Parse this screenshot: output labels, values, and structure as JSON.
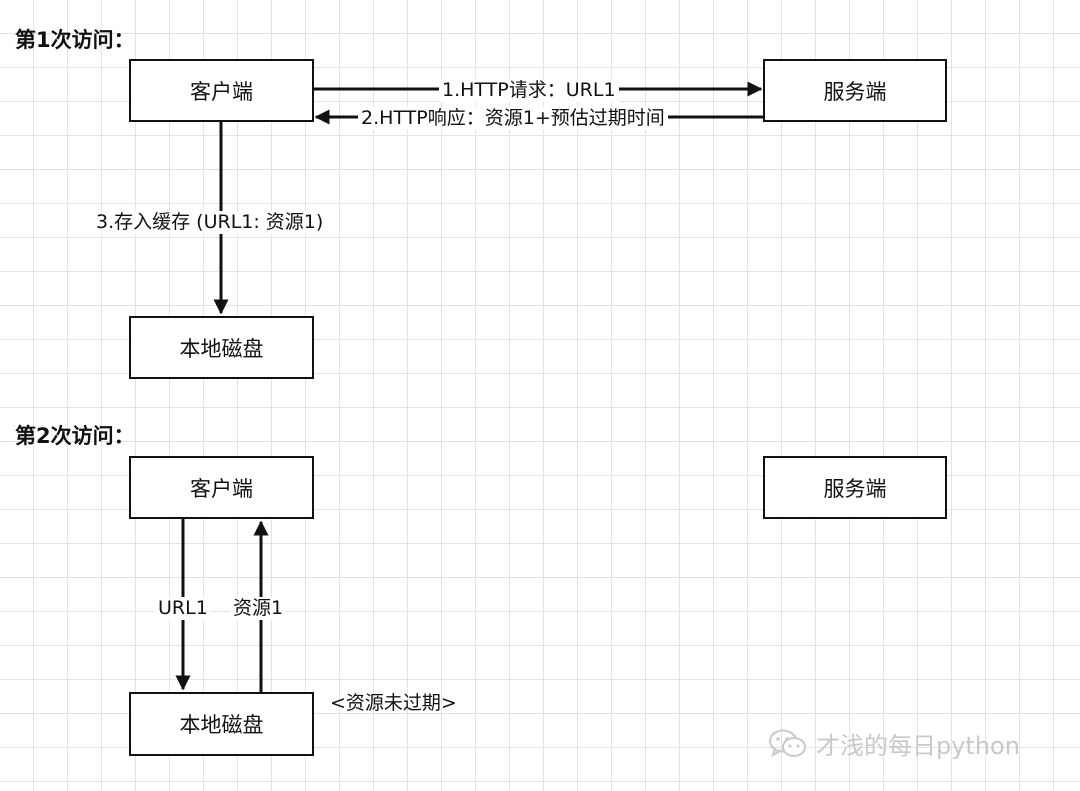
{
  "diagram": {
    "section1": {
      "title": "第1次访问：",
      "client": "客户端",
      "server": "服务端",
      "disk": "本地磁盘",
      "request_label": "1.HTTP请求：URL1",
      "response_label": "2.HTTP响应：资源1+预估过期时间",
      "store_label": "3.存入缓存 (URL1: 资源1)"
    },
    "section2": {
      "title": "第2次访问：",
      "client": "客户端",
      "server": "服务端",
      "disk": "本地磁盘",
      "query_label": "URL1",
      "return_label": "资源1",
      "note": "<资源未过期>"
    }
  },
  "watermark": {
    "text": "才浅的每日python",
    "icon": "wechat-icon"
  },
  "colors": {
    "stroke": "#111111",
    "grid": "#e3e3e3",
    "watermark": "#c9c9c9"
  }
}
